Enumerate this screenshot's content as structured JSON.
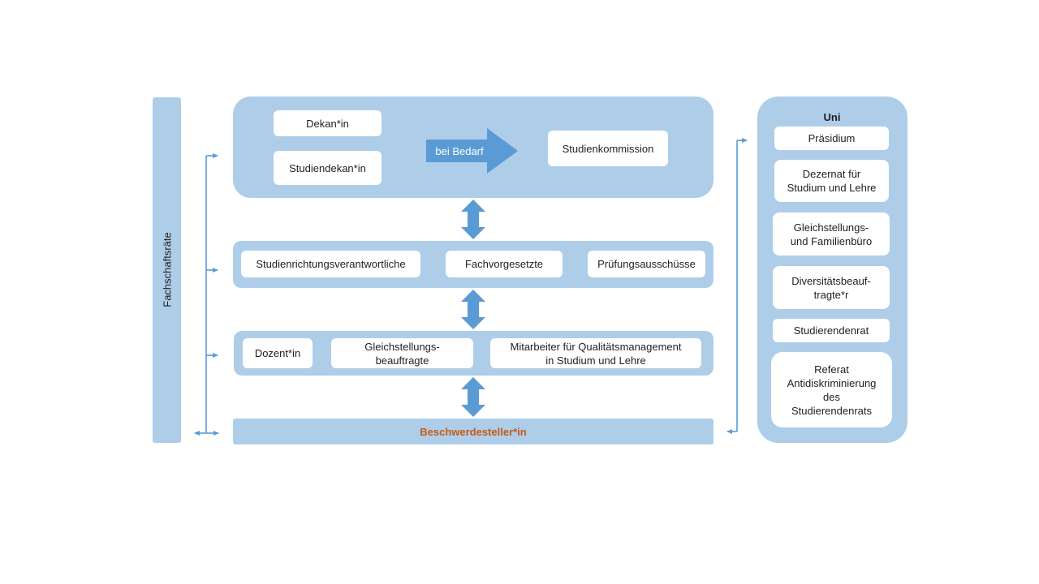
{
  "colors": {
    "panel": "#aecde9",
    "arrow": "#5b9bd5",
    "connector": "#5b9bd5",
    "complainant_text": "#c55a11",
    "box_fill": "#ffffff"
  },
  "left_column": {
    "label": "Fachschaftsräte"
  },
  "top_panel": {
    "dean": "Dekan*in",
    "study_dean": "Studiendekan*in",
    "arrow_label": "bei Bedarf",
    "study_commission": "Studienkommission"
  },
  "middle_panel": {
    "program_responsibles": "Studienrichtungsverantwortliche",
    "supervisors": "Fachvorgesetzte",
    "exam_committees": "Prüfungsausschüsse"
  },
  "lower_panel": {
    "lecturer": "Dozent*in",
    "equality_officer": "Gleichstellungs-\nbeauftragte",
    "quality_staff": "Mitarbeiter für Qualitätsmanagement\nin Studium und Lehre"
  },
  "complainant": {
    "label": "Beschwerdesteller*in"
  },
  "uni": {
    "title": "Uni",
    "items": [
      "Präsidium",
      "Dezernat für\nStudium und Lehre",
      "Gleichstellungs-\nund Familienbüro",
      "Diversitätsbeauf-\ntragte*r",
      "Studierendenrat",
      "Referat\nAntidiskriminierung\ndes\nStudierendenrats"
    ]
  }
}
